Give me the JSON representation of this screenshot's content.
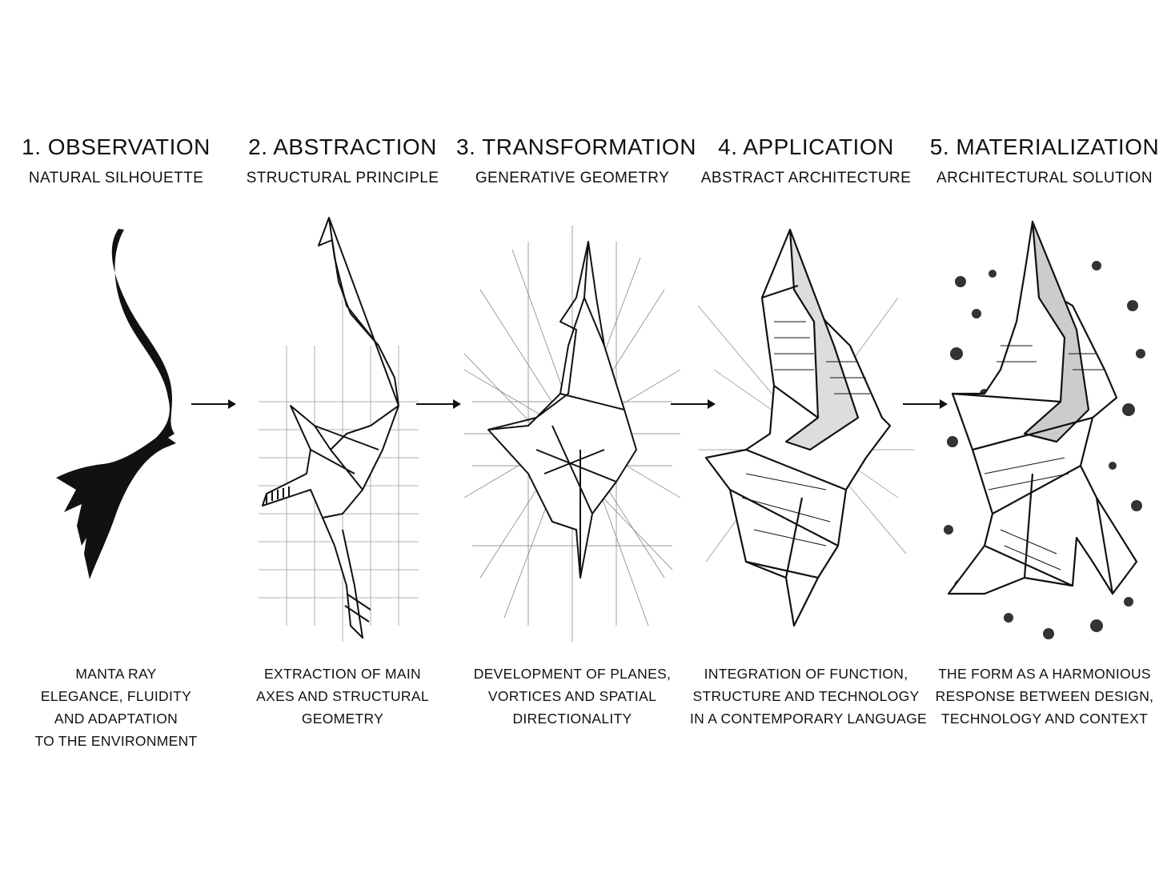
{
  "stages": [
    {
      "title": "1. OBSERVATION",
      "subtitle": "NATURAL SILHOUETTE",
      "description": [
        "MANTA RAY",
        "ELEGANCE, FLUIDITY",
        "AND ADAPTATION",
        "TO THE ENVIRONMENT"
      ],
      "icon": "manta-ray-silhouette"
    },
    {
      "title": "2. ABSTRACTION",
      "subtitle": "STRUCTURAL PRINCIPLE",
      "description": [
        "EXTRACTION OF MAIN",
        "AXES AND STRUCTURAL",
        "GEOMETRY"
      ],
      "icon": "structural-axes-sketch"
    },
    {
      "title": "3. TRANSFORMATION",
      "subtitle": "GENERATIVE GEOMETRY",
      "description": [
        "DEVELOPMENT OF PLANES,",
        "VORTICES AND SPATIAL",
        "DIRECTIONALITY"
      ],
      "icon": "generative-geometry-sketch"
    },
    {
      "title": "4. APPLICATION",
      "subtitle": "ABSTRACT ARCHITECTURE",
      "description": [
        "INTEGRATION OF FUNCTION,",
        "STRUCTURE AND TECHNOLOGY",
        "IN A CONTEMPORARY LANGUAGE"
      ],
      "icon": "abstract-architecture-sketch"
    },
    {
      "title": "5. MATERIALIZATION",
      "subtitle": "ARCHITECTURAL SOLUTION",
      "description": [
        "THE FORM AS A HARMONIOUS",
        "RESPONSE BETWEEN DESIGN,",
        "TECHNOLOGY AND CONTEXT"
      ],
      "icon": "architectural-solution-sketch"
    }
  ],
  "arrows": [
    "right-arrow-icon",
    "right-arrow-icon",
    "right-arrow-icon",
    "right-arrow-icon"
  ],
  "colors": {
    "ink": "#111111",
    "background": "#ffffff",
    "grid": "#9a9a9a"
  }
}
